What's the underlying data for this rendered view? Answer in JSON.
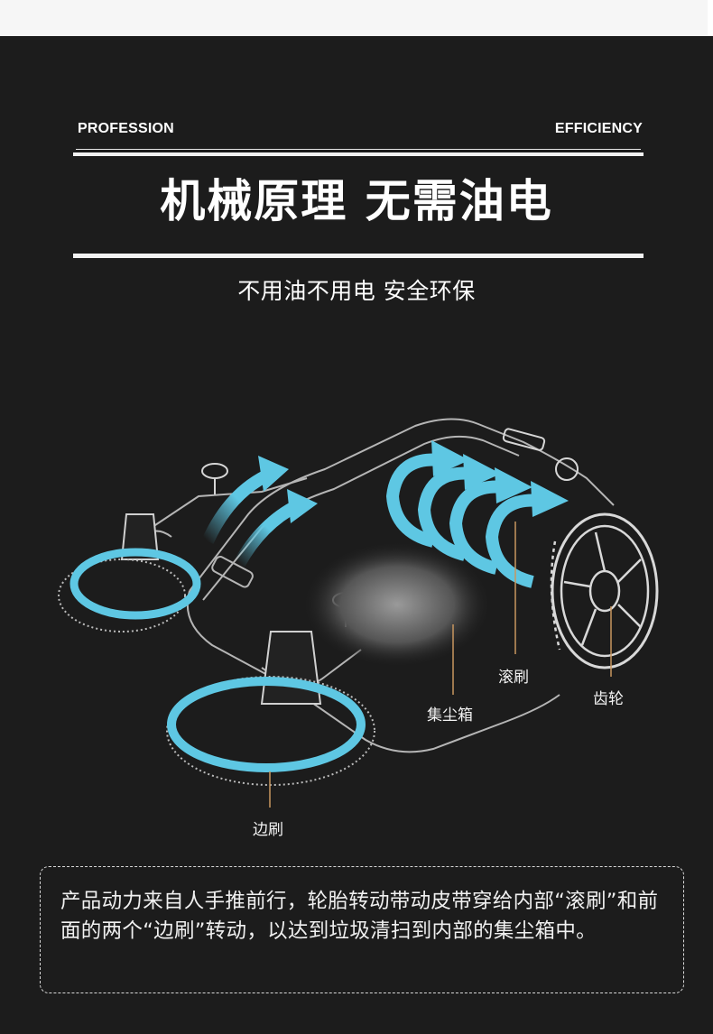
{
  "header": {
    "tag_left": "PROFESSION",
    "tag_right": "EFFICIENCY",
    "title": "机械原理 无需油电",
    "subtitle": "不用油不用电 安全环保"
  },
  "diagram": {
    "subject": "manual push sweeper cutaway",
    "accent_color": "#5ec7e3",
    "callout_line_color": "#c8965f",
    "callouts": [
      {
        "id": "dust-box",
        "label": "集尘箱"
      },
      {
        "id": "roller-brush",
        "label": "滚刷"
      },
      {
        "id": "gear",
        "label": "齿轮"
      },
      {
        "id": "side-brush",
        "label": "边刷"
      }
    ]
  },
  "description": {
    "text": "产品动力来自人手推前行，轮胎转动带动皮带穿给内部“滚刷”和前面的两个“边刷”转动，以达到垃圾清扫到内部的集尘箱中。"
  },
  "colors": {
    "background": "#1c1c1c",
    "top_strip": "#f6f6f6",
    "text": "#ffffff"
  }
}
